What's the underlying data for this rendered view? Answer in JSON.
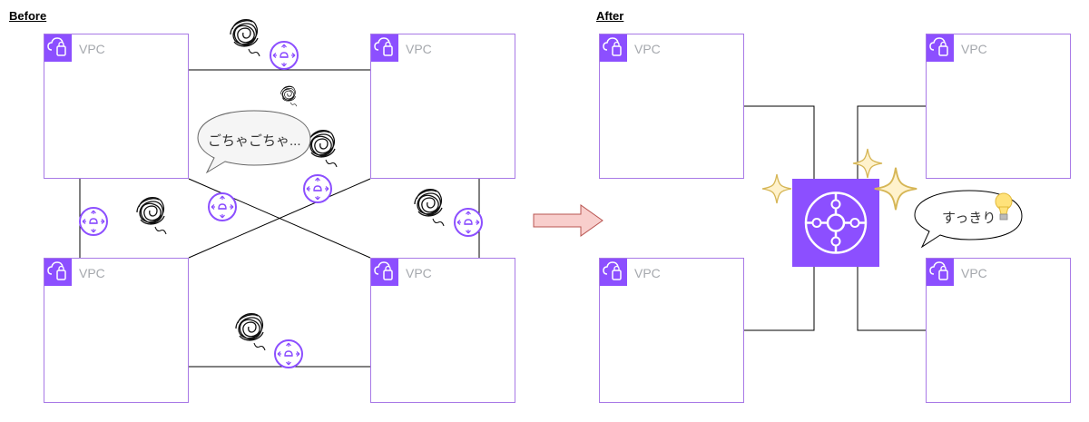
{
  "before": {
    "title": "Before",
    "vpc_label": "VPC",
    "speech": "ごちゃごちゃ..."
  },
  "after": {
    "title": "After",
    "vpc_label": "VPC",
    "speech": "すっきり"
  },
  "colors": {
    "vpc_border": "#a879e6",
    "vpc_badge": "#8c4fff",
    "peering_icon": "#8c4fff",
    "transit_gateway": "#8c4fff",
    "arrow_fill": "#f8cecc",
    "arrow_stroke": "#b85450",
    "sparkle_fill": "#fff2cc",
    "sparkle_stroke": "#d6b656",
    "bubble_fill": "#f5f5f5"
  },
  "icons": [
    "vpc-icon",
    "peering-icon",
    "scribble-icon",
    "transit-gateway-icon",
    "sparkle-icon",
    "lightbulb-icon",
    "arrow-right-icon"
  ]
}
